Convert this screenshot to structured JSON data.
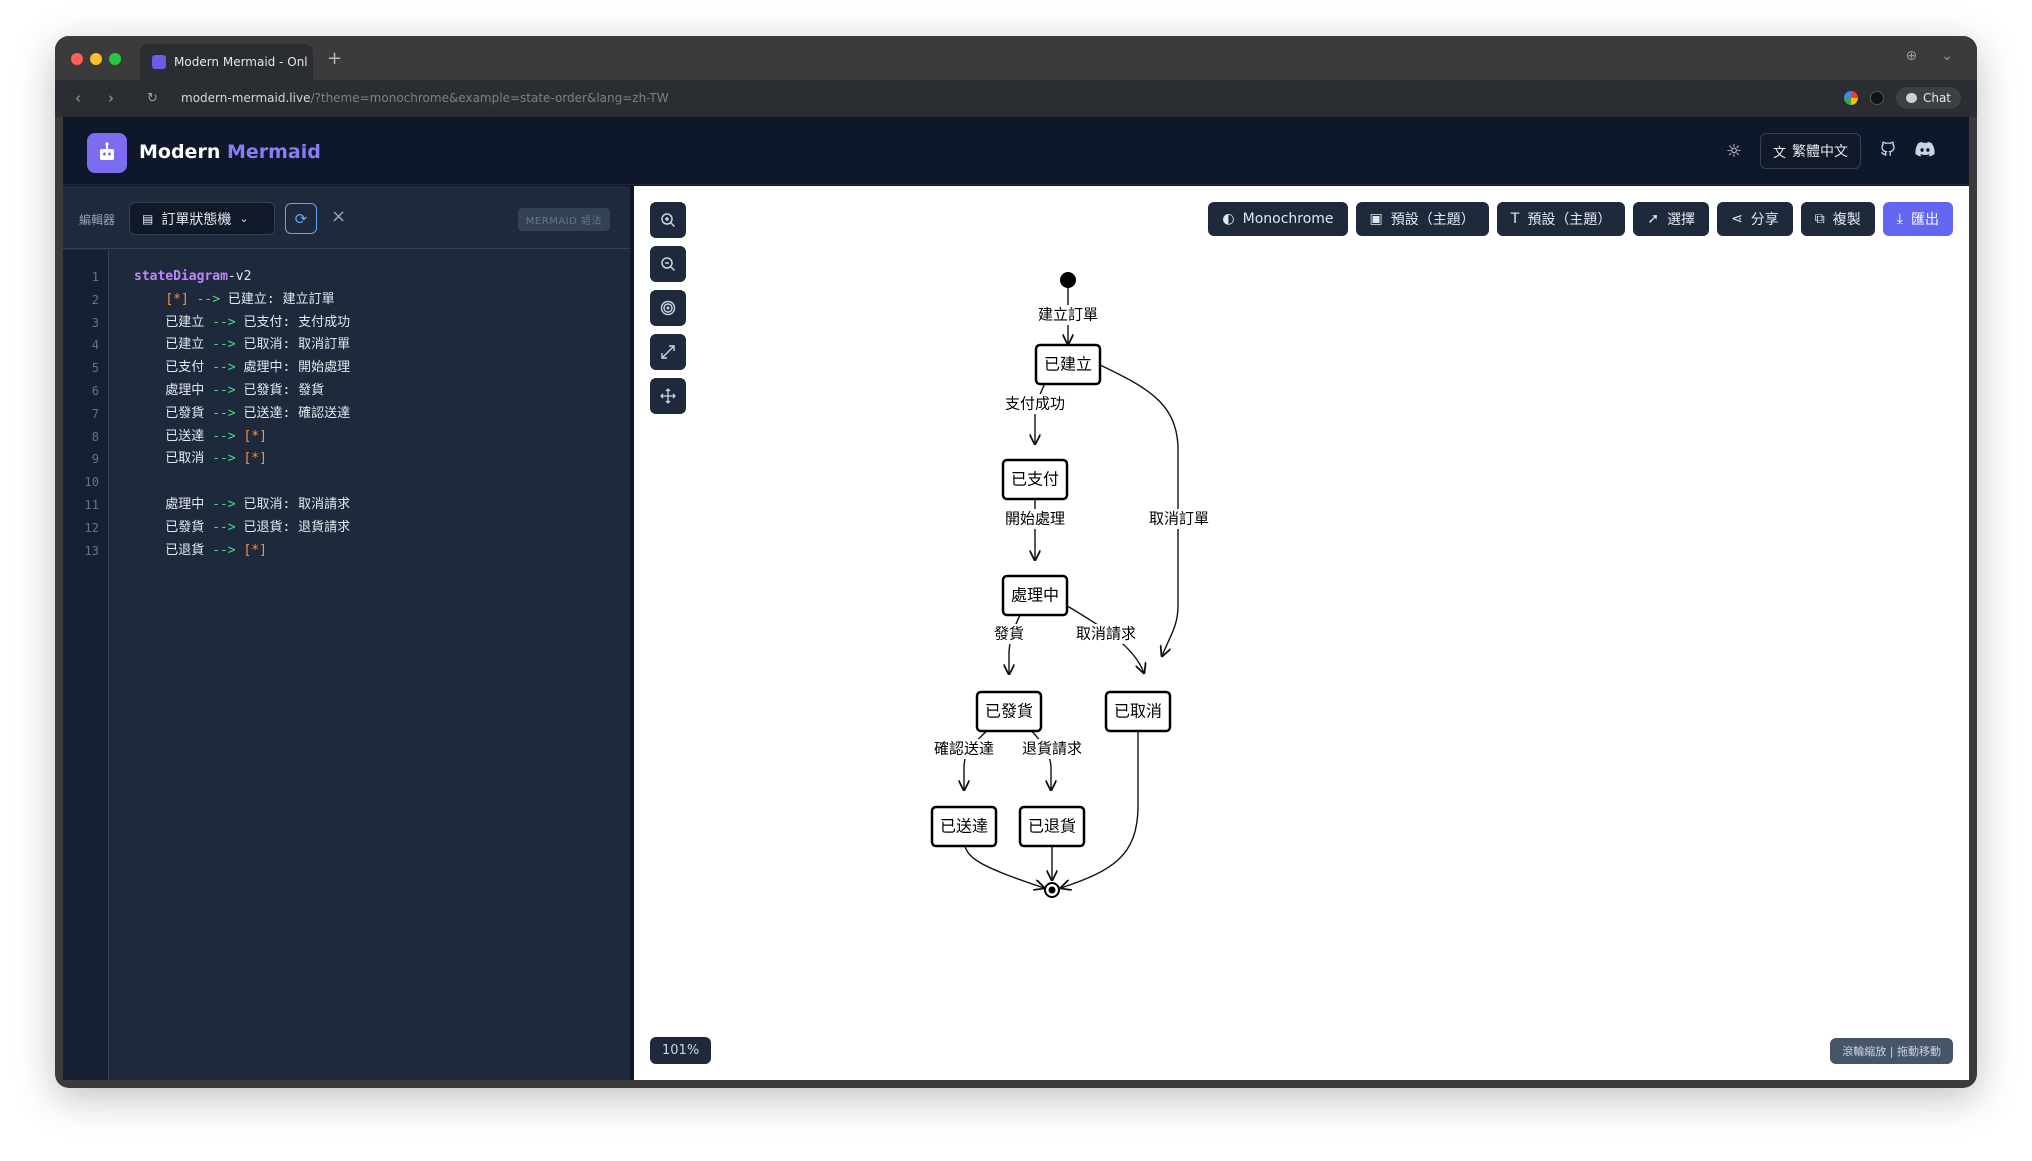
{
  "browser": {
    "tab_title": "Modern Mermaid - Onl",
    "url_host": "modern-mermaid.live",
    "url_rest": "/?theme=monochrome&example=state-order&lang=zh-TW",
    "chat_label": "Chat"
  },
  "header": {
    "brand_primary": "Modern",
    "brand_accent": "Mermaid",
    "language_label": "繁體中文"
  },
  "editor": {
    "label": "編輯器",
    "example_name": "訂單狀態機",
    "syntax_badge": "MERMAID 語法",
    "lines": [
      {
        "n": "1",
        "text": "stateDiagram-v2"
      },
      {
        "n": "2",
        "text": "    [*] --> 已建立: 建立訂單"
      },
      {
        "n": "3",
        "text": "    已建立 --> 已支付: 支付成功"
      },
      {
        "n": "4",
        "text": "    已建立 --> 已取消: 取消訂單"
      },
      {
        "n": "5",
        "text": "    已支付 --> 處理中: 開始處理"
      },
      {
        "n": "6",
        "text": "    處理中 --> 已發貨: 發貨"
      },
      {
        "n": "7",
        "text": "    已發貨 --> 已送達: 確認送達"
      },
      {
        "n": "8",
        "text": "    已送達 --> [*]"
      },
      {
        "n": "9",
        "text": "    已取消 --> [*]"
      },
      {
        "n": "10",
        "text": ""
      },
      {
        "n": "11",
        "text": "    處理中 --> 已取消: 取消請求"
      },
      {
        "n": "12",
        "text": "    已發貨 --> 已退貨: 退貨請求"
      },
      {
        "n": "13",
        "text": "    已退貨 --> [*]"
      }
    ]
  },
  "toolbar": {
    "theme": "Monochrome",
    "background": "預設（主題）",
    "font": "預設（主題）",
    "select": "選擇",
    "share": "分享",
    "copy": "複製",
    "export": "匯出"
  },
  "canvas": {
    "zoom": "101%",
    "hint": "滾輪縮放 | 拖動移動"
  },
  "diagram": {
    "nodes": {
      "created": "已建立",
      "paid": "已支付",
      "processing": "處理中",
      "shipped": "已發貨",
      "cancelled": "已取消",
      "delivered": "已送達",
      "returned": "已退貨"
    },
    "edges": {
      "create_order": "建立訂單",
      "pay_success": "支付成功",
      "cancel_order": "取消訂單",
      "start_processing": "開始處理",
      "ship": "發貨",
      "cancel_request": "取消請求",
      "confirm_delivery": "確認送達",
      "return_request": "退貨請求"
    }
  },
  "colors": {
    "accent": "#6366f1",
    "app_bg": "#0f172a",
    "editor_bg": "#1e293b",
    "keyword": "#c084fc",
    "arrow": "#4ade80",
    "star": "#fb923c"
  }
}
